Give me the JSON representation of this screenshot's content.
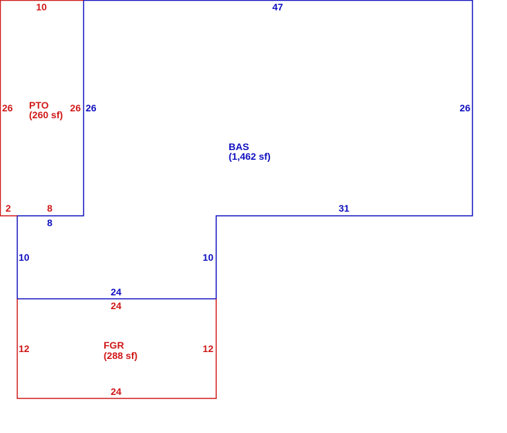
{
  "colors": {
    "living": "#1010c0",
    "other": "#d01818"
  },
  "areas": {
    "bas": {
      "code": "BAS",
      "area": "(1,462 sf)"
    },
    "pto": {
      "code": "PTO",
      "area": "(260 sf)"
    },
    "fgr": {
      "code": "FGR",
      "area": "(288 sf)"
    }
  },
  "dimensions": {
    "bas_top": "47",
    "bas_left_upper": "26",
    "bas_right": "26",
    "bas_step_top": "31",
    "bas_notch_bottom": "8",
    "bas_left_lower": "10",
    "bas_step_side": "10",
    "bas_bottom": "24",
    "pto_top": "10",
    "pto_left": "26",
    "pto_right": "26",
    "pto_bottom_left": "2",
    "pto_bottom_right": "8",
    "fgr_top": "24",
    "fgr_left": "12",
    "fgr_right": "12",
    "fgr_bottom": "24"
  }
}
